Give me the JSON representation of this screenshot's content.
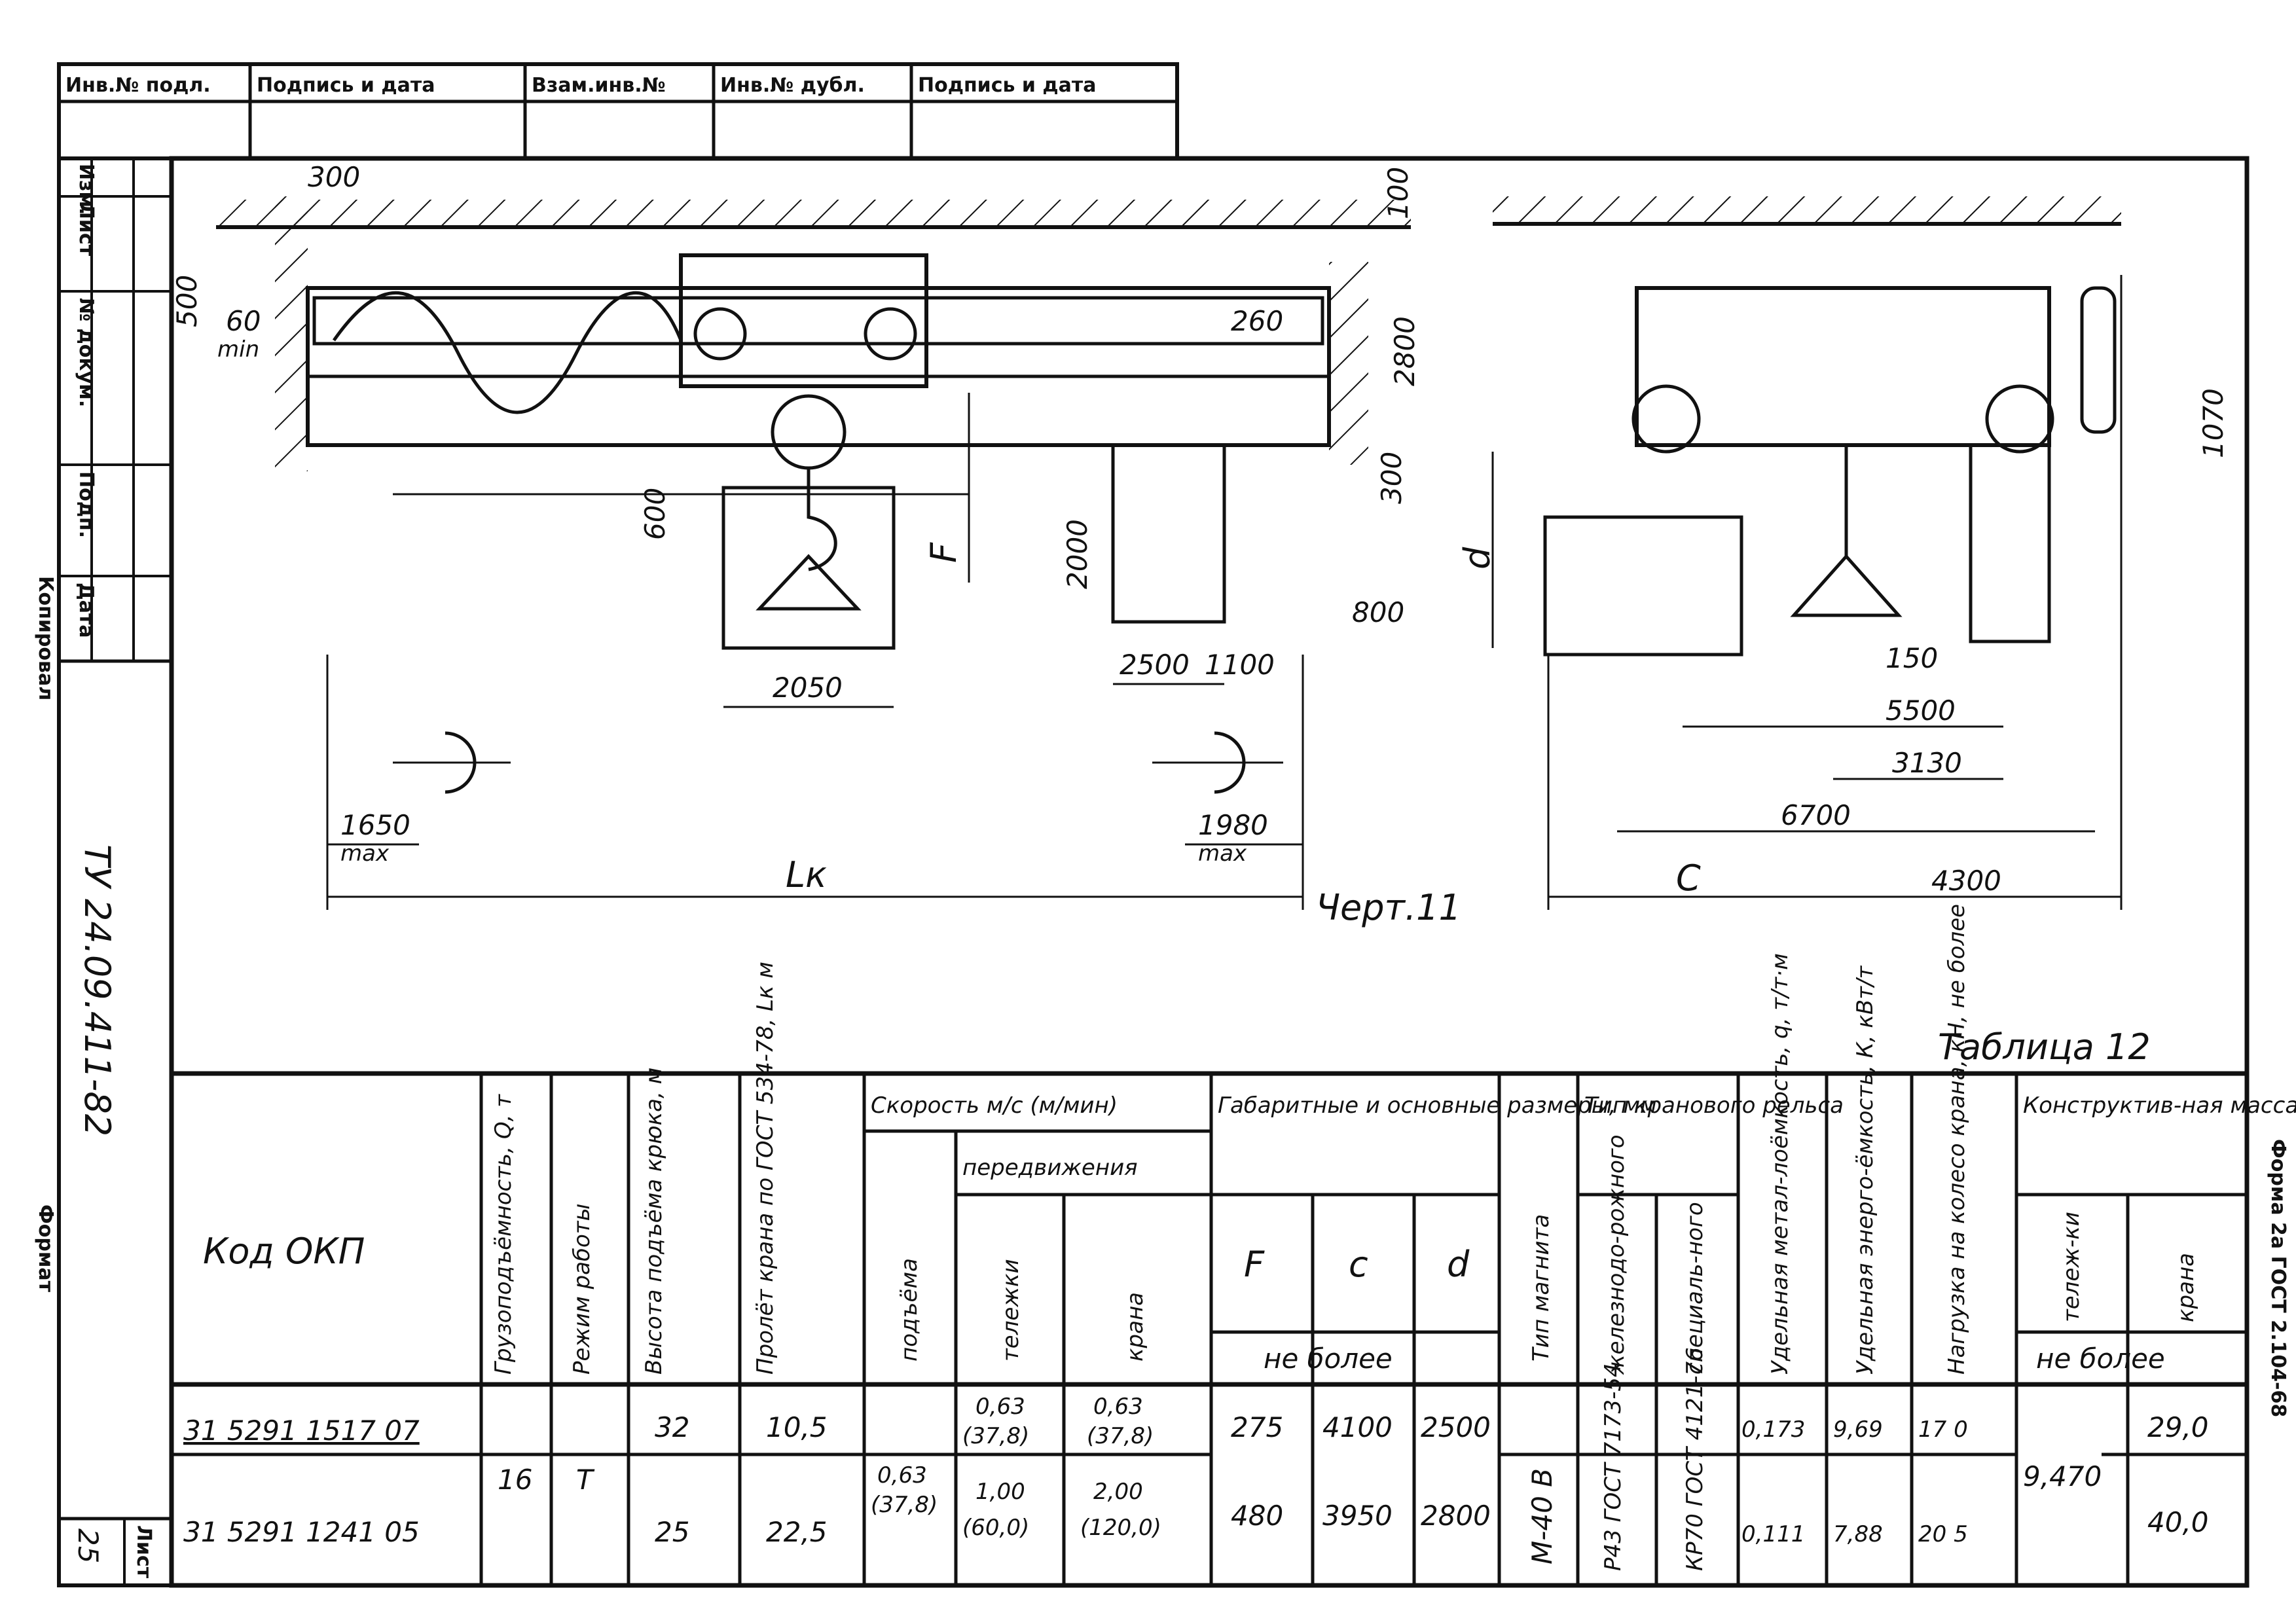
{
  "stamp_header": [
    "Инв.№ подл.",
    "Подпись и дата",
    "Взам.инв.№",
    "Инв.№ дубл.",
    "Подпись и дата"
  ],
  "side_stamp": [
    "Изм.",
    "Лист",
    "№ докум.",
    "Подп.",
    "Дата"
  ],
  "doc_code": "ТУ 24.09.411-82",
  "kopiroval": "Копировал",
  "format_label": "Формат",
  "sheet": {
    "label": "Лист",
    "number": "25"
  },
  "form_note": "Форма 2а ГОСТ 2.104-68",
  "drawing": {
    "title": "Черт.11",
    "dims": {
      "d300": "300",
      "d500": "500",
      "d60": "60",
      "min": "min",
      "d100": "100",
      "d260": "260",
      "d2800": "2800",
      "d300b": "300",
      "d600": "600",
      "F": "F",
      "d2000": "2000",
      "d800": "800",
      "d2050": "2050",
      "d2500": "2500",
      "d1100": "1100",
      "d1650": "1650",
      "max": "max",
      "d1980": "1980",
      "Lk": "Lк",
      "d1070": "1070",
      "d": "d",
      "d150": "150",
      "d5500": "5500",
      "d3130": "3130",
      "d6700": "6700",
      "c": "C",
      "d4300": "4300"
    }
  },
  "table": {
    "caption": "Таблица 12",
    "headers": {
      "code": "Код ОКП",
      "capacity": "Грузоподъёмность, Q, т",
      "mode": "Режим работы",
      "height": "Высота подъёма крюка, м",
      "span": "Пролёт крана по ГОСТ 534-78, Lк м",
      "speed": "Скорость м/с (м/мин)",
      "lift": "подъёма",
      "travel": "передвижения",
      "trolley": "тележки",
      "crane": "крана",
      "dims": "Габаритные и основные размеры, мм",
      "F": "F",
      "c": "c",
      "d": "d",
      "not_more": "не более",
      "magnet": "Тип магнита",
      "rail": "Тип кранового рельса",
      "rail_rr": "железнодо-рожного",
      "rail_sp": "специаль-ного",
      "metal": "Удельная метал-лоёмкость, q, т/т·м",
      "energy": "Удельная энерго-ёмкость, К, кВт/т",
      "load": "Нагрузка на колесо крана, кН, не более",
      "mass": "Конструктив-ная масса, т",
      "mass_trolley": "тележ-ки",
      "mass_crane": "крана",
      "not_more2": "не более"
    },
    "rows": [
      {
        "code": "31 5291 1517 07",
        "height": "32",
        "span": "10,5",
        "trolley": "0,63",
        "trolley_m": "(37,8)",
        "crane": "0,63",
        "crane_m": "(37,8)",
        "F": "275",
        "c": "4100",
        "d": "2500",
        "metal": "0,173",
        "energy": "9,69",
        "load": "17 0",
        "mass_crane": "29,0"
      },
      {
        "code": "31 5291 1241 05",
        "height": "25",
        "span": "22,5",
        "trolley": "1,00",
        "trolley_m": "(60,0)",
        "crane": "2,00",
        "crane_m": "(120,0)",
        "F": "480",
        "c": "3950",
        "d": "2800",
        "metal": "0,111",
        "energy": "7,88",
        "load": "20 5",
        "mass_crane": "40,0"
      }
    ],
    "shared": {
      "capacity": "16",
      "mode": "Т",
      "lift": "0,63",
      "lift_m": "(37,8)",
      "magnet": "М-40 В",
      "rail_rr": "Р43 ГОСТ 7173-54",
      "rail_sp": "КР70 ГОСТ 4121-76",
      "mass_trolley": "9,470"
    }
  }
}
